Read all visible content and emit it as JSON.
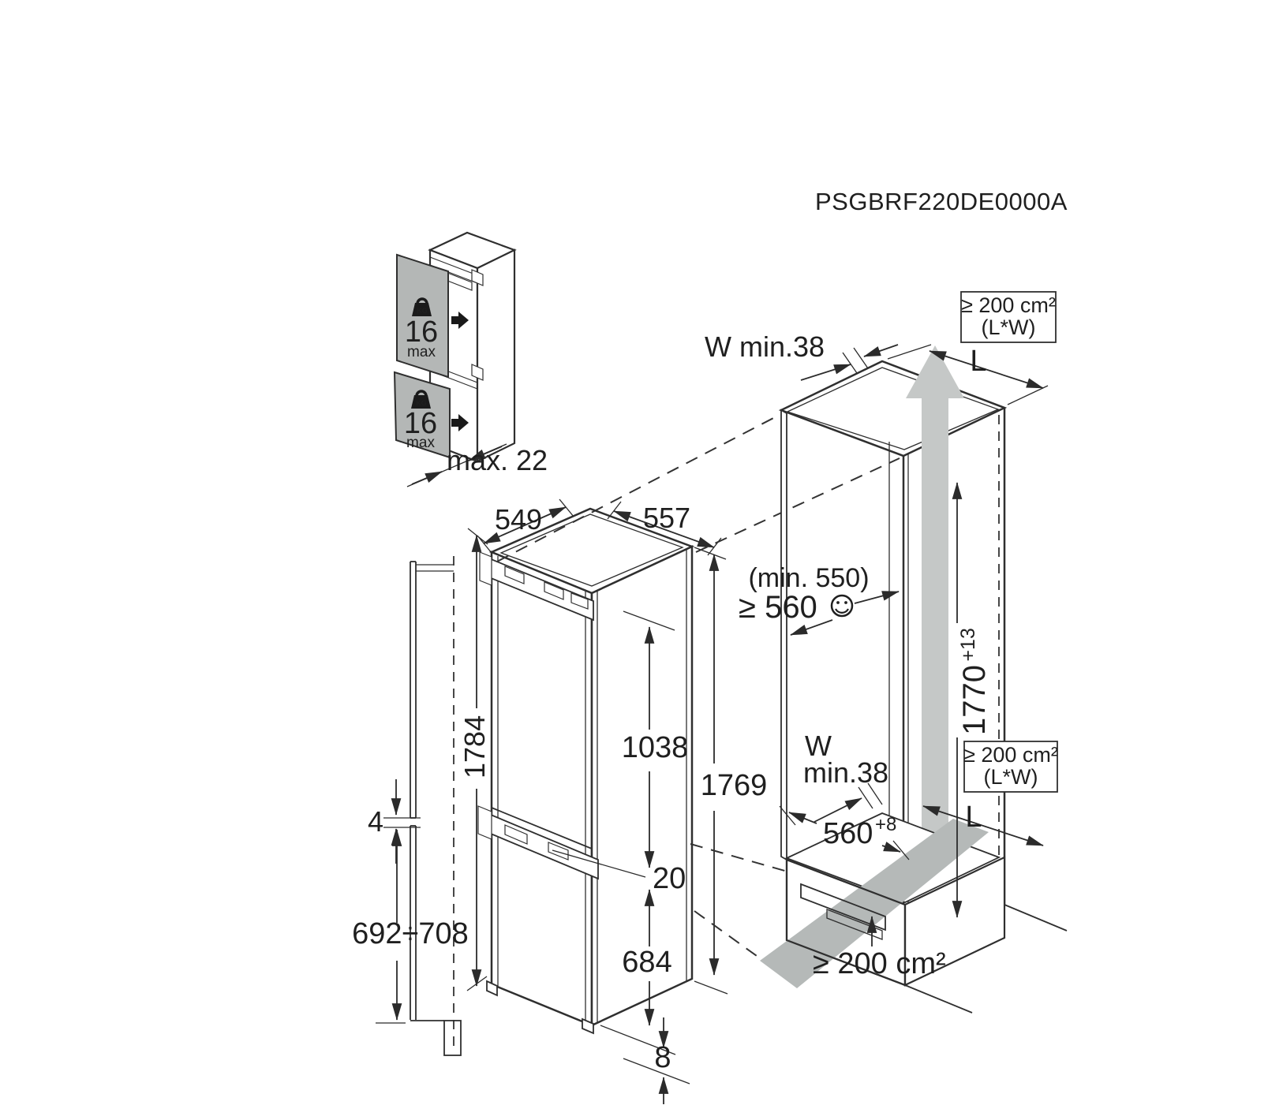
{
  "title": "PSGBRF220DE0000A",
  "panel_weight_diagram": {
    "upper_panel": {
      "kg_badge": "KG",
      "weight_limit": "16",
      "weight_unit": "max"
    },
    "lower_panel": {
      "kg_badge": "KG",
      "weight_limit": "16",
      "weight_unit": "max"
    },
    "max_panel_thickness": "max. 22"
  },
  "appliance_dims": {
    "top_width": "549",
    "top_depth": "557",
    "height_overall": "1784",
    "upper_door_height": "1038",
    "appliance_height": "1769",
    "mid_gap": "20",
    "lower_door_height": "684",
    "bottom_gap": "8",
    "panel_joint_gap": "4",
    "lower_panel_range": "692÷708"
  },
  "niche_dims": {
    "rear_clearance_top": "W min.38",
    "top_vent_box": {
      "line1": "≥ 200 cm²",
      "line2": "(L*W)"
    },
    "top_vent_length": "L",
    "depth_note": "(min. 550)",
    "depth_min": "≥ 560",
    "niche_height": "1770",
    "niche_height_tol": "+13",
    "rear_clearance_side": {
      "line1": "W",
      "line2": "min.38"
    },
    "niche_width": "560",
    "niche_width_tol": "+8",
    "side_vent_box": {
      "line1": "≥ 200 cm²",
      "line2": "(L*W)"
    },
    "side_vent_length": "L",
    "bottom_vent_area": "≥ 200 cm²"
  }
}
